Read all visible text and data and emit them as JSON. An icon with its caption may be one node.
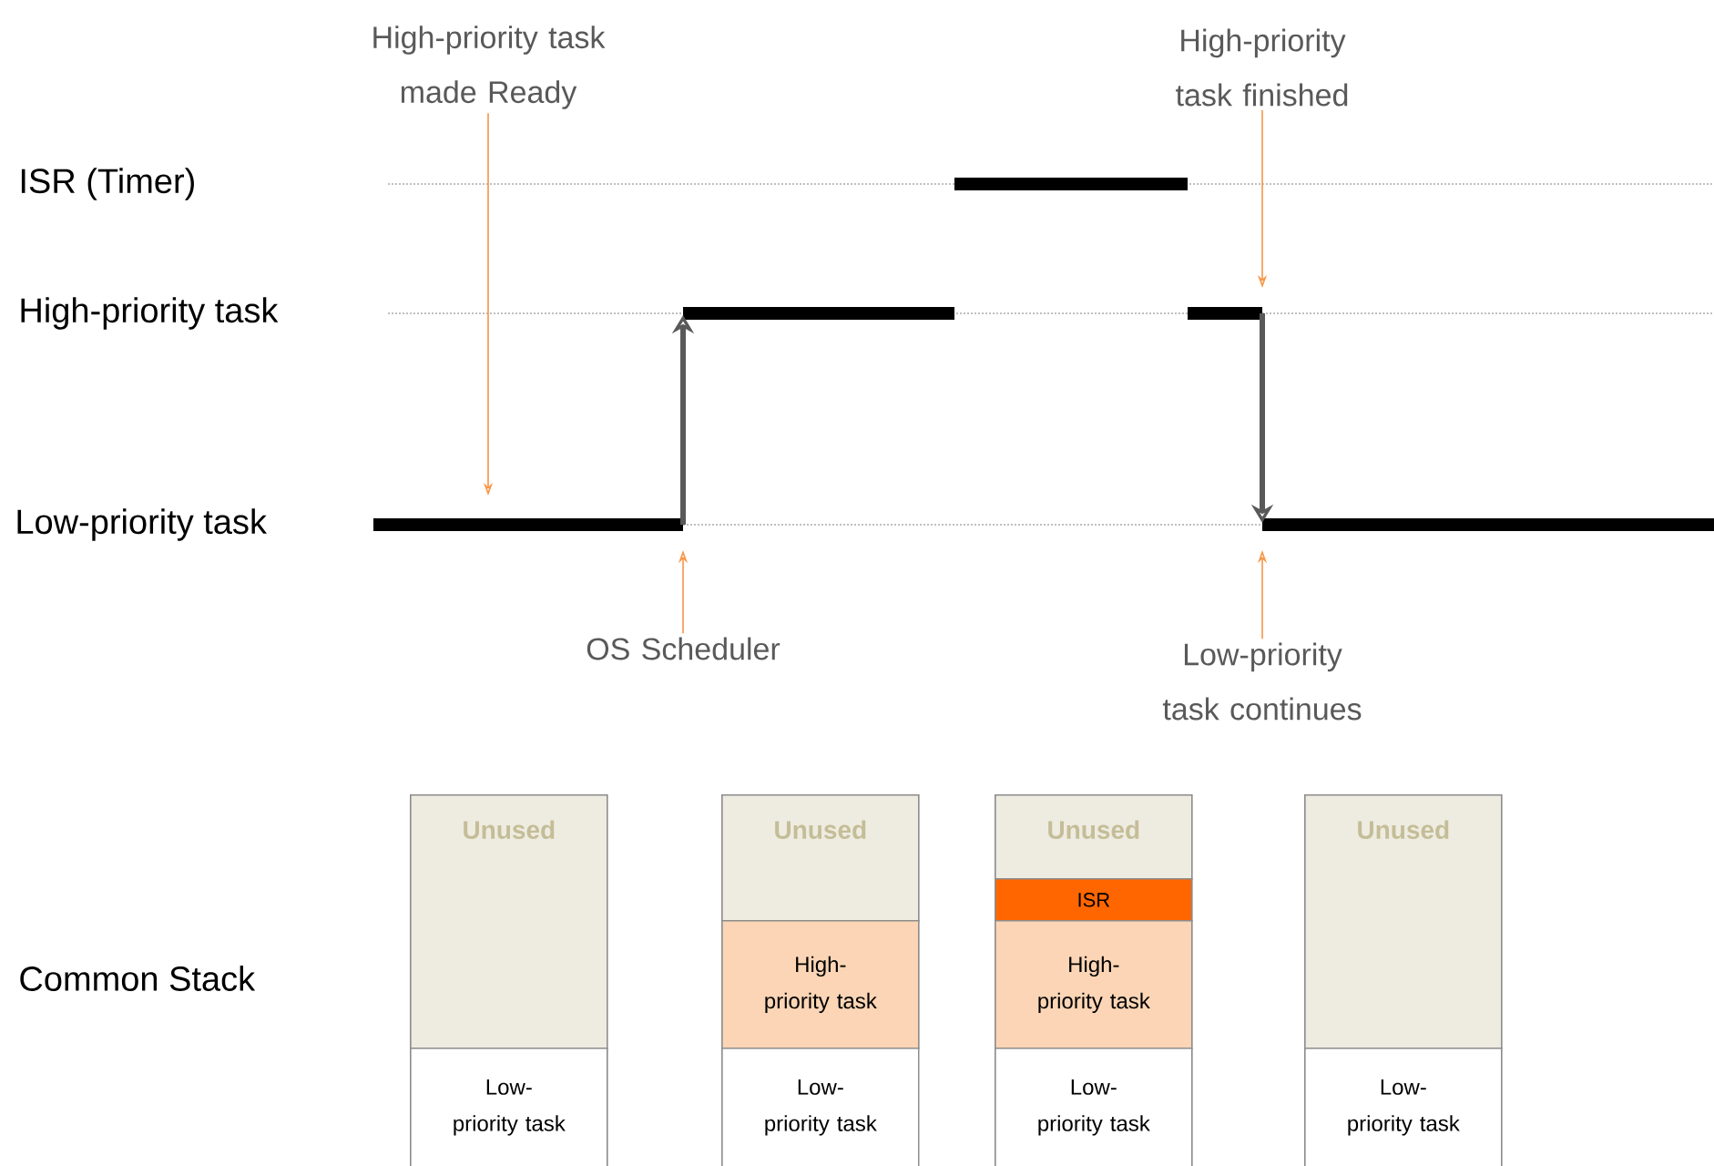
{
  "diagram": {
    "nodes": [
      {
        "text": [
          "High-priority task made Ready"
        ]
      },
      {
        "text": [
          "High-priority task finished"
        ]
      },
      {
        "text": [
          "OS Scheduler"
        ]
      },
      {
        "text": [
          "Low-priority task continues"
        ]
      },
      {
        "text": [
          "Unused"
        ]
      },
      {
        "text": [
          "Low-priority task"
        ]
      },
      {
        "text": [
          "Unused"
        ]
      },
      {
        "text": [
          "High-priority task"
        ]
      },
      {
        "text": [
          "Low-priority task"
        ]
      },
      {
        "text": [
          "Unused"
        ]
      },
      {
        "text": [
          "ISR"
        ]
      },
      {
        "text": [
          "High-priority task"
        ]
      },
      {
        "text": [
          "Low-priority task"
        ]
      },
      {
        "text": [
          "Unused"
        ]
      },
      {
        "text": [
          "Low-priority task"
        ]
      }
    ],
    "edges": [
      {
        "from": 0,
        "to": null,
        "arrow": "to"
      },
      {
        "from": 1,
        "to": null,
        "arrow": "to"
      },
      {
        "from": 2,
        "to": null,
        "arrow": "to"
      },
      {
        "from": 3,
        "to": null,
        "arrow": "to"
      }
    ],
    "labels": [
      "ISR (Timer)",
      "High-priority task",
      "Low-priority task",
      "Common Stack"
    ]
  }
}
